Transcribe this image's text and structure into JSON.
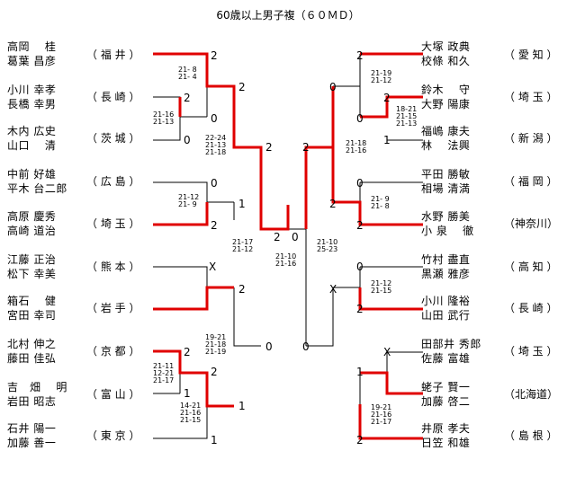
{
  "title": "60歳以上男子複（６０ＭＤ）",
  "colors": {
    "win": "#e00000",
    "line": "#000000"
  },
  "left_pairs": [
    {
      "p1": "高岡　 桂",
      "p2": "葛葉 昌彦",
      "pref": "（ 福 井 ）"
    },
    {
      "p1": "小川 幸孝",
      "p2": "長橋 幸男",
      "pref": "（ 長 崎 ）"
    },
    {
      "p1": "木内 広史",
      "p2": "山口　 清",
      "pref": "（ 茨 城 ）"
    },
    {
      "p1": "中前 好雄",
      "p2": "平木 台二郎",
      "pref": "（ 広 島 ）"
    },
    {
      "p1": "高原 慶秀",
      "p2": "高崎 道治",
      "pref": "（ 埼 玉 ）"
    },
    {
      "p1": "江藤 正治",
      "p2": "松下 幸美",
      "pref": "（ 熊 本 ）"
    },
    {
      "p1": "箱石　 健",
      "p2": "宮田 幸司",
      "pref": "（ 岩 手 ）"
    },
    {
      "p1": "北村 伸之",
      "p2": "藤田 佳弘",
      "pref": "（ 京 都 ）"
    },
    {
      "p1": "吉　畑　 明",
      "p2": "岩田 昭志",
      "pref": "（ 富 山 ）"
    },
    {
      "p1": "石井 陽一",
      "p2": "加藤 善一",
      "pref": "（ 東 京 ）"
    }
  ],
  "right_pairs": [
    {
      "p1": "大塚 政典",
      "p2": "校條 和久",
      "pref": "（ 愛 知 ）"
    },
    {
      "p1": "鈴木　 守",
      "p2": "大野 陽康",
      "pref": "（ 埼 玉 ）"
    },
    {
      "p1": "福嶋 康夫",
      "p2": "林　 法興",
      "pref": "（ 新 潟 ）"
    },
    {
      "p1": "平田 勝敏",
      "p2": "相場 清満",
      "pref": "（ 福 岡 ）"
    },
    {
      "p1": "水野 勝美",
      "p2": "小 泉　 徹",
      "pref": "（神奈川）"
    },
    {
      "p1": "竹村 盡直",
      "p2": "黒瀬 雅彦",
      "pref": "（ 高 知 ）"
    },
    {
      "p1": "小川 隆裕",
      "p2": "山田 武行",
      "pref": "（ 長 崎 ）"
    },
    {
      "p1": "田部井 秀郎",
      "p2": "佐藤 富雄",
      "pref": "（ 埼 玉 ）"
    },
    {
      "p1": "蛯子 賢一",
      "p2": "加藤 啓二",
      "pref": "（北海道）"
    },
    {
      "p1": "井原 孝夫",
      "p2": "日笠 和雄",
      "pref": "（ 島 根 ）"
    }
  ],
  "scores": {
    "l_a_top": "2",
    "l_a_mid": "2",
    "l_a_bot": "0",
    "l_b": "0",
    "l_c_top": "0",
    "l_c_bot": "2",
    "l_d": "1",
    "l_e": "X",
    "l_f": "2",
    "l_g_top": "2",
    "l_g_mid": "2",
    "l_g_bot": "1",
    "l_h": "1",
    "l_i": "0",
    "r_a_top": "2",
    "r_a_bot": "0",
    "r_b_top": "2",
    "r_b_bot": "0",
    "r_c": "1",
    "r_d_top": "2",
    "r_d_bot": "0",
    "r_e": "2",
    "r_f_top": "0",
    "r_f_bot": "2",
    "r_g": "X",
    "r_h": "2",
    "r_i_top": "X",
    "r_i_mid": "1",
    "r_i_bot": "2",
    "r_j": "0",
    "final_left": "2",
    "final_right": "0",
    "center_top": "0"
  },
  "game_scores": {
    "l_a": "21- 8\n21- 4",
    "l_b": "21-16\n21-13",
    "l_c": "22-24\n21-13\n21-18",
    "l_d": "21-12\n21- 9",
    "l_e": "21-17\n21-12",
    "l_f": "19-21\n21-18\n21-19",
    "l_g": "21-11\n12-21\n21-17",
    "l_h": "14-21\n21-16\n21-15",
    "r_a": "21-19\n21-12",
    "r_b": "18-21\n21-15\n21-13",
    "r_c": "21-18\n21-16",
    "r_d": "21- 9\n21- 8",
    "r_e": "21-10\n25-23",
    "r_f": "21-12\n21-15",
    "r_g": "19-21\n21-16\n21-17",
    "final": "21-10\n21-16"
  }
}
